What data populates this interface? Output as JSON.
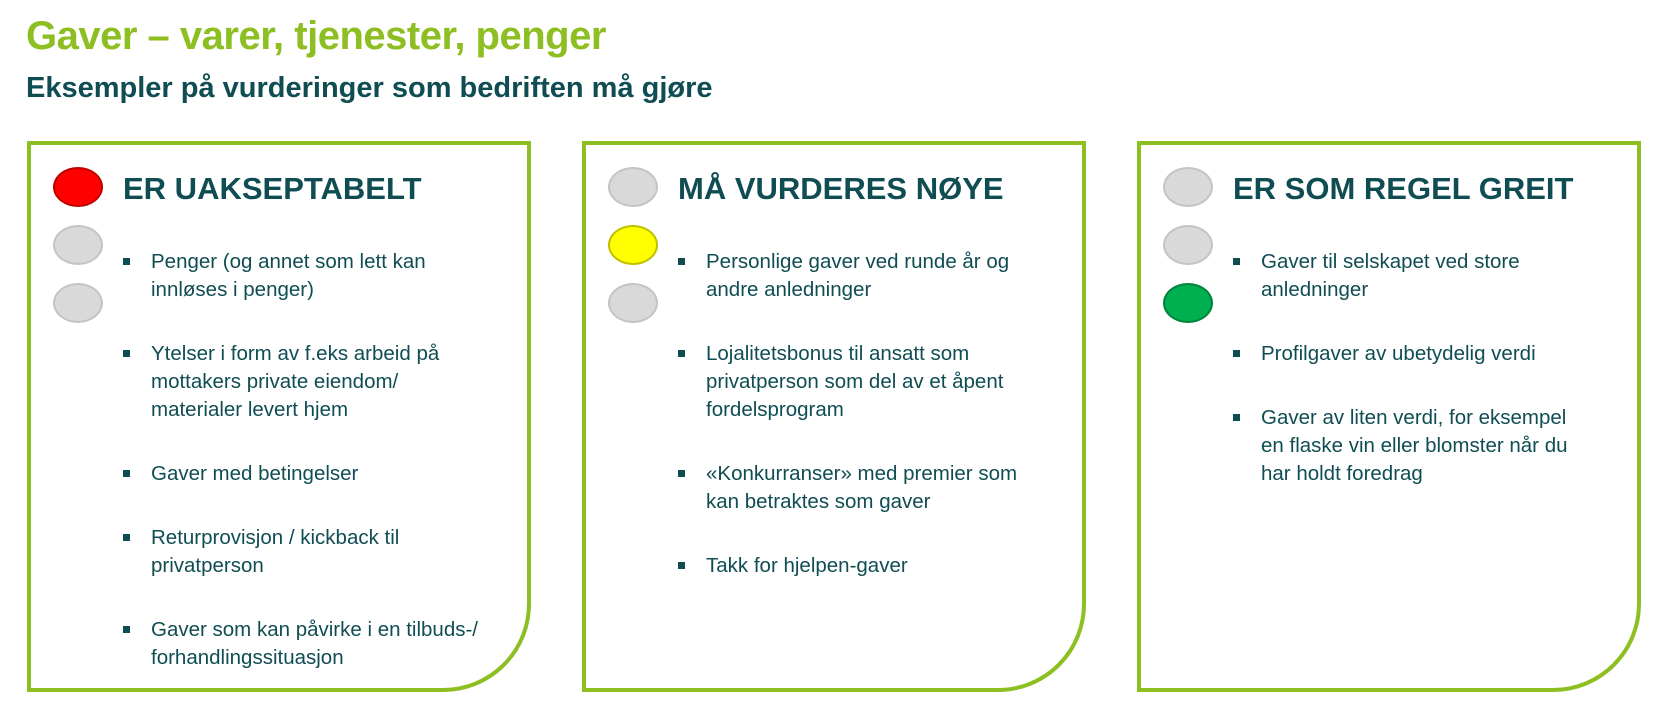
{
  "header": {
    "title": "Gaver – varer, tjenester, penger",
    "subtitle": "Eksempler på vurderinger som bedriften må gjøre"
  },
  "colors": {
    "accent_green": "#8dbe22",
    "text_dark_teal": "#0f4d53",
    "light_off": "#d9d9d9",
    "light_red": "#ff0000",
    "light_yellow": "#ffff00",
    "light_green": "#00b050"
  },
  "cards": [
    {
      "heading": "ER UAKSEPTABELT",
      "lights": [
        {
          "icon": "traffic-light-red",
          "state": "on",
          "color": "#ff0000"
        },
        {
          "icon": "traffic-light-yellow",
          "state": "off",
          "color": "#d9d9d9"
        },
        {
          "icon": "traffic-light-green",
          "state": "off",
          "color": "#d9d9d9"
        }
      ],
      "items": [
        "Penger (og annet som lett kan innløses i penger)",
        "Ytelser i form av f.eks arbeid på mottakers private eiendom/ materialer levert hjem",
        "Gaver med betingelser",
        "Returprovisjon / kickback til privatperson",
        "Gaver som kan påvirke i en tilbuds-/ forhandlingssituasjon"
      ]
    },
    {
      "heading": "MÅ VURDERES NØYE",
      "lights": [
        {
          "icon": "traffic-light-red",
          "state": "off",
          "color": "#d9d9d9"
        },
        {
          "icon": "traffic-light-yellow",
          "state": "on",
          "color": "#ffff00"
        },
        {
          "icon": "traffic-light-green",
          "state": "off",
          "color": "#d9d9d9"
        }
      ],
      "items": [
        "Personlige gaver ved runde år og andre anledninger",
        "Lojalitetsbonus til ansatt som privatperson som del av et åpent fordelsprogram",
        "«Konkurranser» med premier som kan betraktes som gaver",
        "Takk for hjelpen-gaver"
      ]
    },
    {
      "heading": "ER SOM REGEL GREIT",
      "lights": [
        {
          "icon": "traffic-light-red",
          "state": "off",
          "color": "#d9d9d9"
        },
        {
          "icon": "traffic-light-yellow",
          "state": "off",
          "color": "#d9d9d9"
        },
        {
          "icon": "traffic-light-green",
          "state": "on",
          "color": "#00b050"
        }
      ],
      "items": [
        "Gaver til selskapet ved store anledninger",
        "Profilgaver av ubetydelig verdi",
        "Gaver av liten verdi, for eksempel en flaske vin eller blomster når du har holdt foredrag"
      ]
    }
  ]
}
